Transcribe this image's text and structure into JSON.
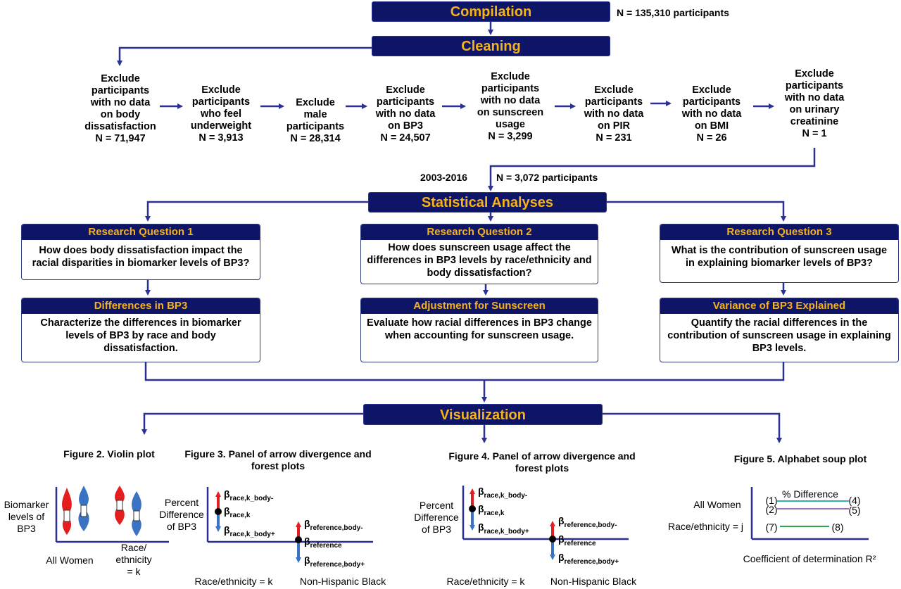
{
  "compilation": {
    "title": "Compilation",
    "n": "N = 135,310 participants"
  },
  "cleaning": {
    "title": "Cleaning"
  },
  "exclusions": [
    {
      "lines": [
        "Exclude",
        "participants",
        "with no data",
        "on body",
        "dissatisfaction"
      ],
      "n": "N = 71,947"
    },
    {
      "lines": [
        "Exclude",
        "participants",
        "who feel",
        "underweight"
      ],
      "n": "N = 3,913"
    },
    {
      "lines": [
        "Exclude",
        "male",
        "participants"
      ],
      "n": "N = 28,314"
    },
    {
      "lines": [
        "Exclude",
        "participants",
        "with no data",
        "on BP3"
      ],
      "n": "N = 24,507"
    },
    {
      "lines": [
        "Exclude",
        "participants",
        "with no data",
        "on sunscreen",
        "usage"
      ],
      "n": "N = 3,299"
    },
    {
      "lines": [
        "Exclude",
        "participants",
        "with no data",
        "on PIR"
      ],
      "n": "N = 231"
    },
    {
      "lines": [
        "Exclude",
        "participants",
        "with no data",
        "on BMI"
      ],
      "n": "N = 26"
    },
    {
      "lines": [
        "Exclude",
        "participants",
        "with no data",
        "on urinary",
        "creatinine"
      ],
      "n": "N = 1"
    }
  ],
  "final": {
    "years": "2003-2016",
    "n": "N = 3,072 participants"
  },
  "statistical": {
    "title": "Statistical Analyses"
  },
  "research_questions": [
    {
      "title": "Research Question 1",
      "question": "How does body dissatisfaction impact the racial disparities in biomarker levels of BP3?",
      "method_title": "Differences in BP3",
      "method": "Characterize the differences in biomarker levels of BP3 by race and body dissatisfaction."
    },
    {
      "title": "Research Question 2",
      "question": "How does sunscreen usage affect the differences in BP3 levels by race/ethnicity and body dissatisfaction?",
      "method_title": "Adjustment for Sunscreen",
      "method": "Evaluate how racial differences in BP3 change when accounting for sunscreen usage."
    },
    {
      "title": "Research Question 3",
      "question": "What is the contribution of sunscreen usage in explaining biomarker levels of BP3?",
      "method_title": "Variance of BP3 Explained",
      "method": "Quantify the racial differences in the contribution of sunscreen usage in explaining BP3 levels."
    }
  ],
  "visualization": {
    "title": "Visualization"
  },
  "figures": {
    "fig2": {
      "title": "Figure 2. Violin plot",
      "ylabel": "Biomarker levels of BP3",
      "x1": "All Women",
      "x2": "Race/ ethnicity = k"
    },
    "fig3": {
      "title": "Figure 3. Panel of arrow divergence and forest plots",
      "ylabel": "Percent Difference of BP3",
      "x1": "Race/ethnicity = k",
      "x2": "Non-Hispanic Black"
    },
    "fig4": {
      "title": "Figure 4. Panel of arrow divergence and forest plots",
      "ylabel": "Percent Difference of BP3",
      "x1": "Race/ethnicity = k",
      "x2": "Non-Hispanic Black"
    },
    "fig5": {
      "title": "Figure 5. Alphabet soup plot",
      "row1": "All Women",
      "row2": "Race/ethnicity = j",
      "header": "% Difference",
      "m1": "(1)",
      "m2": "(2)",
      "m4": "(4)",
      "m5": "(5)",
      "m7": "(7)",
      "m8": "(8)",
      "xlabel": "Coefficient of determination R²"
    }
  },
  "betas": {
    "beta": "β",
    "race_minus": "race,k_body-",
    "race": "race,k",
    "race_plus": "race,k_body+",
    "ref_minus": "reference,body-",
    "ref": "reference",
    "ref_plus": "reference,body+"
  },
  "colors": {
    "navy": "#0f1566",
    "gold": "#f5b21a",
    "arrow": "#2b3190",
    "red": "#e41e1e",
    "blue": "#3a72c4",
    "teal": "#2fb3b0",
    "purple": "#7a3fa8",
    "green": "#2aa84a"
  }
}
